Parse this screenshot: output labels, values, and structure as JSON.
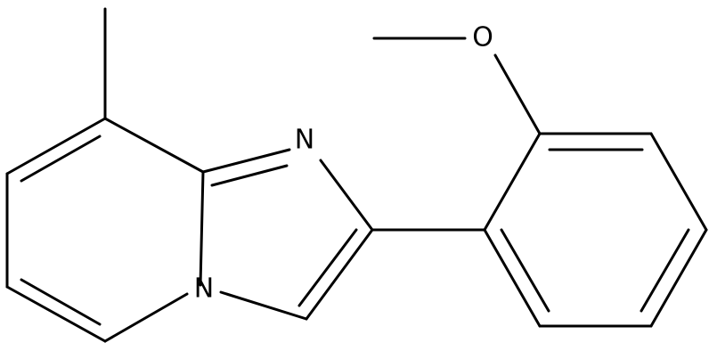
{
  "diagram": {
    "type": "chemical-structure",
    "colors": {
      "bond": "#000000",
      "background": "#ffffff"
    },
    "atom_labels": {
      "ring_nitrogen": "N",
      "bridgehead_nitrogen": "N",
      "methoxy_oxygen": "O"
    }
  }
}
